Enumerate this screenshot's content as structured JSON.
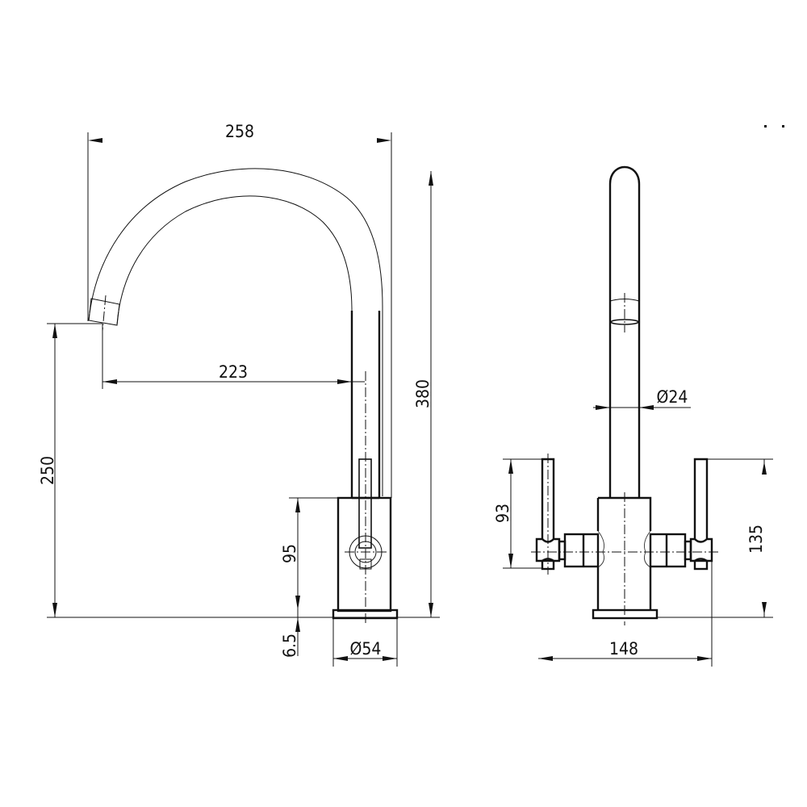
{
  "drawing": {
    "subject": "Kitchen mixer tap dimension drawing",
    "units": "mm",
    "views": [
      {
        "name": "side-view",
        "dimensions": {
          "spout_reach_overall": "258",
          "spout_reach_to_center": "223",
          "spout_outlet_height": "250",
          "overall_height": "380",
          "body_height": "95",
          "base_height": "6.5",
          "base_diameter": "Ø54"
        }
      },
      {
        "name": "front-view",
        "dimensions": {
          "spout_diameter": "Ø24",
          "handle_height": "93",
          "handle_top_height": "135",
          "handle_span": "148"
        }
      }
    ],
    "corner_marks": ". ."
  }
}
